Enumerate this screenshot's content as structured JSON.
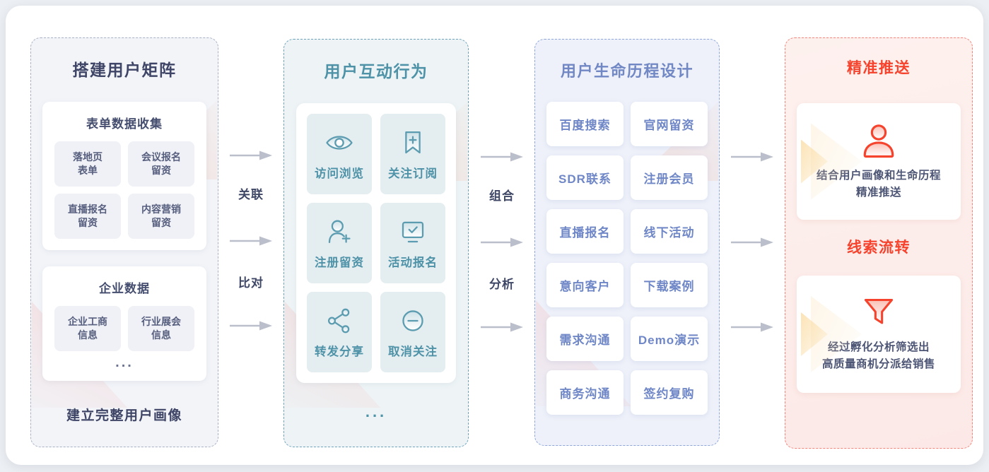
{
  "matrix": {
    "title": "搭建用户矩阵",
    "form_card": {
      "title": "表单数据收集",
      "items": [
        {
          "l1": "落地页",
          "l2": "表单"
        },
        {
          "l1": "会议报名",
          "l2": "留资"
        },
        {
          "l1": "直播报名",
          "l2": "留资"
        },
        {
          "l1": "内容营销",
          "l2": "留资"
        }
      ]
    },
    "enterprise_card": {
      "title": "企业数据",
      "items": [
        {
          "l1": "企业工商",
          "l2": "信息"
        },
        {
          "l1": "行业展会",
          "l2": "信息"
        }
      ],
      "ellipsis": "..."
    },
    "footer": "建立完整用户画像"
  },
  "interaction": {
    "title": "用户互动行为",
    "tiles": [
      {
        "icon": "eye-icon",
        "label": "访问浏览"
      },
      {
        "icon": "bookmark-plus-icon",
        "label": "关注订阅"
      },
      {
        "icon": "user-plus-icon",
        "label": "注册留资"
      },
      {
        "icon": "monitor-check-icon",
        "label": "活动报名"
      },
      {
        "icon": "share-icon",
        "label": "转发分享"
      },
      {
        "icon": "minus-circle-icon",
        "label": "取消关注"
      }
    ],
    "ellipsis": "..."
  },
  "lifecycle": {
    "title": "用户生命历程设计",
    "stages": [
      "百度搜索",
      "官网留资",
      "SDR联系",
      "注册会员",
      "直播报名",
      "线下活动",
      "意向客户",
      "下载案例",
      "需求沟通",
      "Demo演示",
      "商务沟通",
      "签约复购"
    ]
  },
  "output": {
    "push_title": "精准推送",
    "push_desc": {
      "l1": "结合用户画像和生命历程",
      "l2": "精准推送"
    },
    "leads_title": "线索流转",
    "leads_desc": {
      "l1": "经过孵化分析筛选出",
      "l2": "高质量商机分派给销售"
    }
  },
  "connectors": {
    "g1": {
      "label1": "关联",
      "label2": "比对"
    },
    "g2": {
      "label1": "组合",
      "label2": "分析"
    }
  },
  "colors": {
    "matrix_accent": "#3E4566",
    "interaction_accent": "#4E92A8",
    "lifecycle_accent": "#7188C5",
    "output_accent": "#F5432D",
    "arrow": "#BBBFCB"
  }
}
